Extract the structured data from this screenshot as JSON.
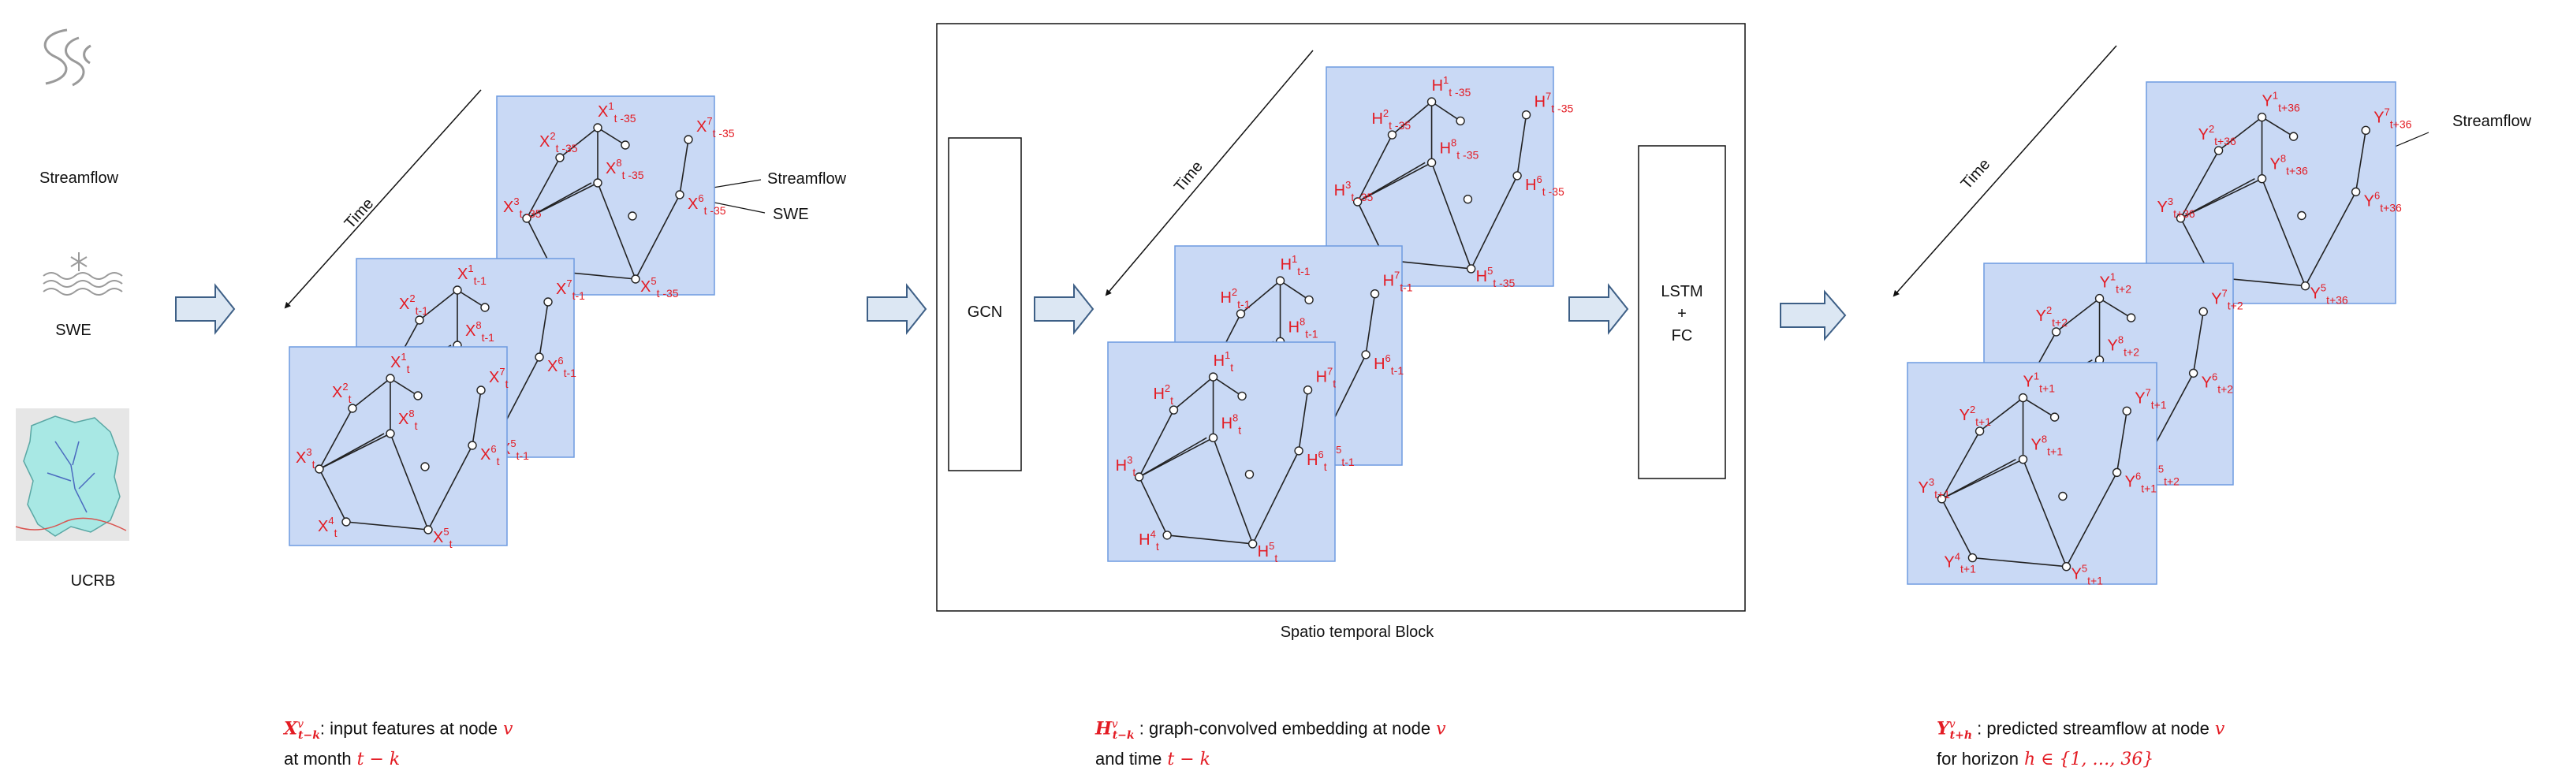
{
  "inputs": {
    "streamflow_label": "Streamflow",
    "swe_label": "SWE",
    "ucrb_label": "UCRB"
  },
  "time_label": "Time",
  "stack1": {
    "side_labels": [
      "Streamflow",
      "SWE"
    ],
    "front": {
      "sym": "X",
      "sub": "t",
      "subs": [
        "t",
        "t",
        "t",
        "t",
        "t",
        "t",
        "t"
      ]
    },
    "mid": {
      "sym": "X",
      "sub": "t-1"
    },
    "back": {
      "sym": "X",
      "sub": "t -35"
    }
  },
  "block": {
    "gcn_label": "GCN",
    "lstm_label": "LSTM",
    "plus": "+",
    "fc_label": "FC",
    "caption": "Spatio temporal Block",
    "front": {
      "sym": "H",
      "sub": "t"
    },
    "mid": {
      "sym": "H",
      "sub": "t-1"
    },
    "back": {
      "sym": "H",
      "sub": "t -35"
    }
  },
  "stack3": {
    "side_label": "Streamflow",
    "front": {
      "sym": "Y",
      "sub": "t+1"
    },
    "mid": {
      "sym": "Y",
      "sub": "t+2"
    },
    "back": {
      "sym": "Y",
      "sub": "t+36"
    }
  },
  "captions": {
    "x": {
      "sym": "X",
      "sup": "v",
      "sub": "t−k",
      "line1": ": input features at node",
      "var": "v",
      "line2": "at month",
      "expr": "t − k"
    },
    "h": {
      "sym": "H",
      "sup": "v",
      "sub": "t−k",
      "line1": " : graph-convolved embedding at node",
      "var": "v",
      "line2": "and time",
      "expr": "t − k"
    },
    "y": {
      "sym": "Y",
      "sup": "v",
      "sub": "t+h",
      "line1": " : predicted streamflow at node",
      "var": "v",
      "line2": "for horizon",
      "expr": "h ∈ {1, …, 36}"
    }
  },
  "colors": {
    "panel": "#c9d9f5",
    "panel_border": "#6e9be0",
    "label": "#e31b23",
    "arrow_fill": "#dce7f3",
    "arrow_stroke": "#3d5f86",
    "map_fill": "#a8e8e4"
  }
}
